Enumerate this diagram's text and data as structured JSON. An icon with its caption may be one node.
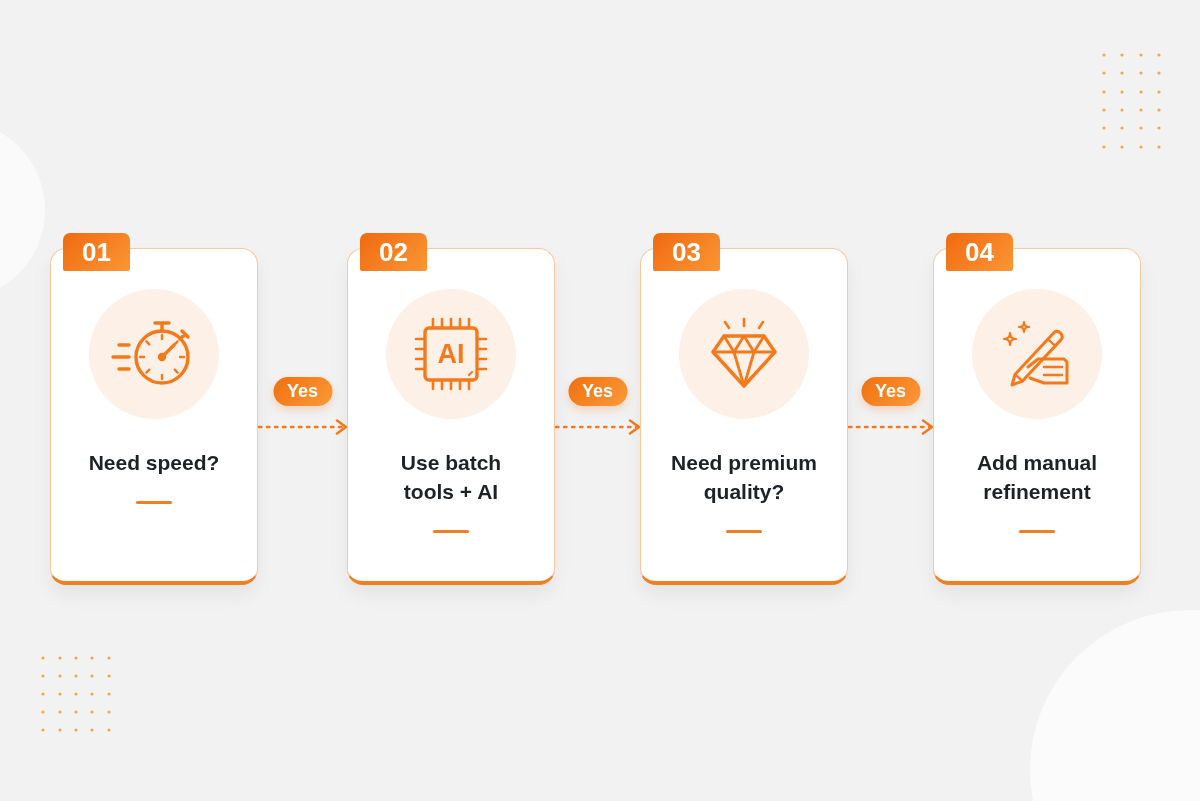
{
  "diagram": {
    "nodes": [
      {
        "text": [
          "01",
          "Need speed?"
        ]
      },
      {
        "text": [
          "02",
          "AI",
          "Use batch tools + AI"
        ]
      },
      {
        "text": [
          "03",
          "Need premium quality?"
        ]
      },
      {
        "text": [
          "04",
          "Add manual refinement"
        ]
      }
    ],
    "edges": [
      {
        "from": 0,
        "to": 1,
        "arrow": "to",
        "label": "Yes",
        "style": "dashed"
      },
      {
        "from": 1,
        "to": 2,
        "arrow": "to",
        "label": "Yes",
        "style": "dashed"
      },
      {
        "from": 2,
        "to": 3,
        "arrow": "to",
        "label": "Yes",
        "style": "dashed"
      }
    ]
  }
}
